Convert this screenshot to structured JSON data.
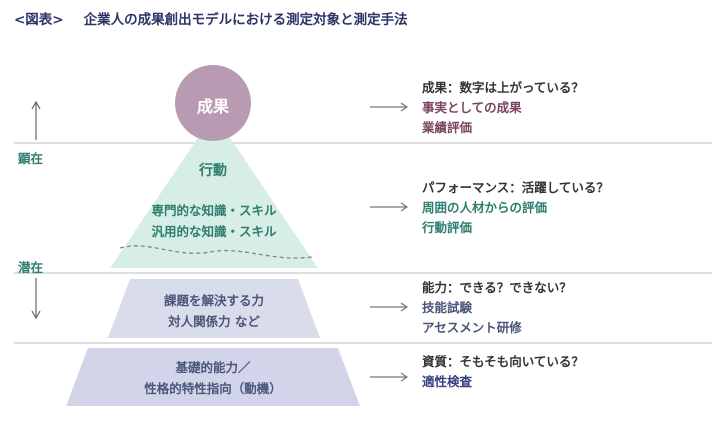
{
  "header": {
    "label": "<図表>",
    "title": "企業人の成果創出モデルにおける測定対象と測定手法"
  },
  "colors": {
    "title": "#2e3468",
    "apex": "#b89ab2",
    "tier_action": "#d7eee6",
    "tier_skill": "#d9dceb",
    "tier_basic": "#d2d5ea",
    "line": "#9a9a9a"
  },
  "side": {
    "visible_label": "顕在",
    "latent_label": "潜在"
  },
  "pyramid": {
    "result": "成果",
    "action": "行動",
    "skill_line1": "専門的な知識・スキル",
    "skill_line2": "汎用的な知識・スキル",
    "ability_line1": "課題を解決する力",
    "ability_line2": "対人関係力 など",
    "basic_line1": "基礎的能力／",
    "basic_line2": "性格的特性指向（動機）"
  },
  "methods": {
    "result": {
      "question": "成果：数字は上がっている？",
      "item1": "事実としての成果",
      "item2": "業績評価"
    },
    "action": {
      "question": "パフォーマンス：活躍している？",
      "item1": "周囲の人材からの評価",
      "item2": "行動評価"
    },
    "ability": {
      "question": "能力：できる？できない？",
      "item1": "技能試験",
      "item2": "アセスメント研修"
    },
    "basic": {
      "question": "資質：そもそも向いている？",
      "item1": "適性検査"
    }
  }
}
